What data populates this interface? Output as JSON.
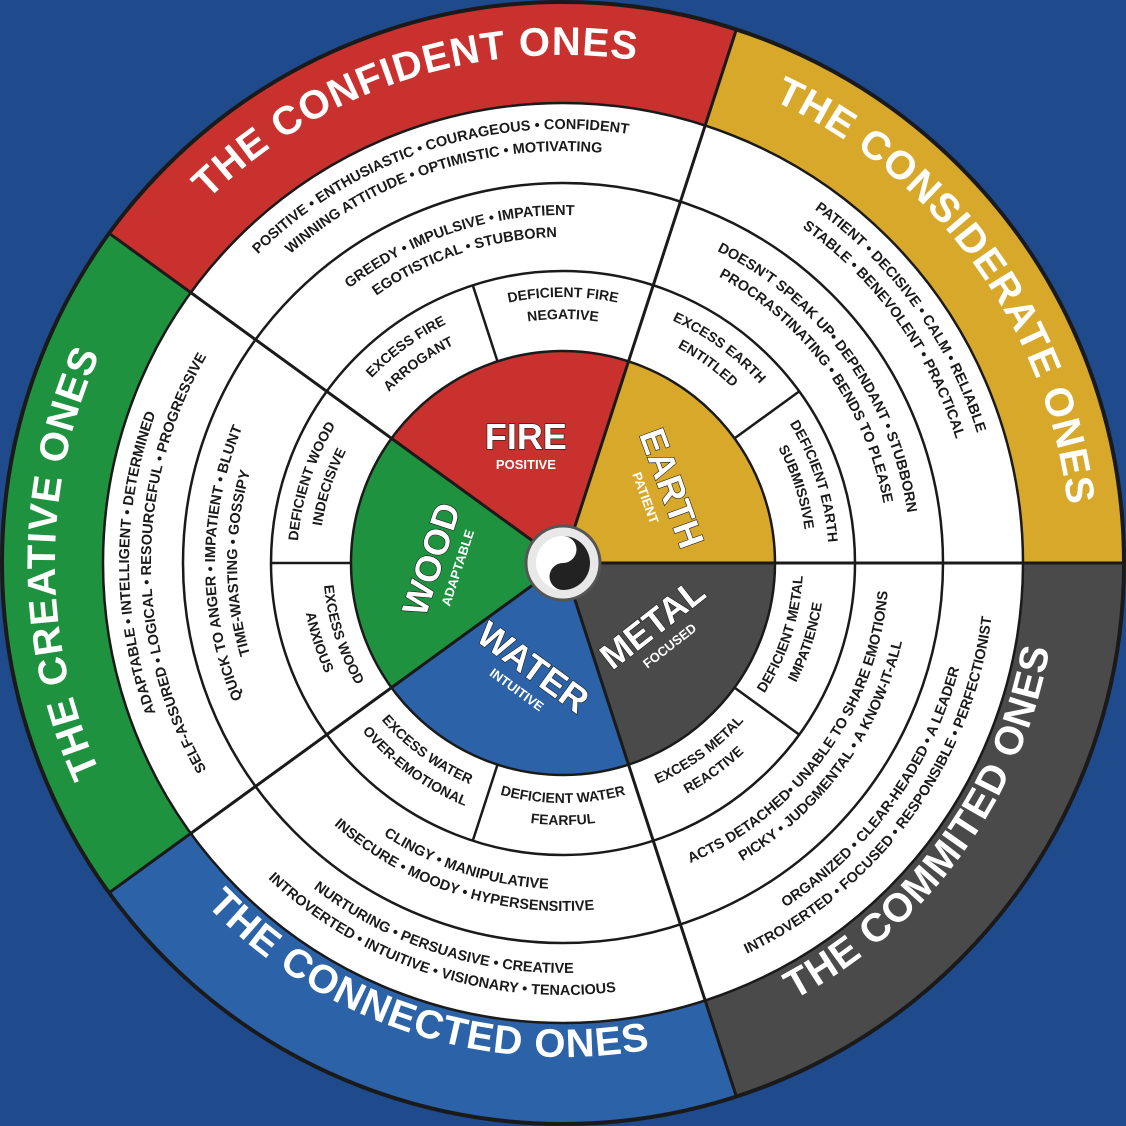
{
  "colors": {
    "background": "#1f4a8c",
    "fire": "#c8312d",
    "earth": "#d8a82a",
    "metal": "#4a4a4a",
    "water": "#2c62a8",
    "wood": "#1f9240",
    "ring": "#ffffff",
    "line": "#1a1a1a"
  },
  "outer_titles": [
    {
      "key": "fire",
      "text": "THE CONFIDENT ONES"
    },
    {
      "key": "earth",
      "text": "THE CONSIDERATE ONES"
    },
    {
      "key": "metal",
      "text": "THE COMMITED ONES"
    },
    {
      "key": "water",
      "text": "THE CONNECTED ONES"
    },
    {
      "key": "wood",
      "text": "THE CREATIVE ONES"
    }
  ],
  "positive_traits": [
    {
      "key": "fire",
      "line1": "POSITIVE • ENTHUSIASTIC • COURAGEOUS • CONFIDENT",
      "line2": "WINNING ATTITUDE • OPTIMISTIC • MOTIVATING"
    },
    {
      "key": "earth",
      "line1": "PATIENT • DECISIVE • CALM • RELIABLE",
      "line2": "STABLE • BENEVOLENT • PRACTICAL"
    },
    {
      "key": "metal",
      "line1": "ORGANIZED • CLEAR-HEADED • A LEADER",
      "line2": "INTROVERTED • FOCUSED • RESPONSIBLE • PERFECTIONIST"
    },
    {
      "key": "water",
      "line1": "NURTURING • PERSUASIVE • CREATIVE",
      "line2": "INTROVERTED • INTUITIVE • VISIONARY • TENACIOUS"
    },
    {
      "key": "wood",
      "line1": "ADAPTABLE • INTELLIGENT • DETERMINED",
      "line2": "SELF-ASSURED • LOGICAL • RESOURCEFUL • PROGRESSIVE"
    }
  ],
  "negative_traits": [
    {
      "key": "fire",
      "line1": "GREEDY • IMPULSIVE • IMPATIENT",
      "line2": "EGOTISTICAL • STUBBORN"
    },
    {
      "key": "earth",
      "line1": "DOESN'T SPEAK UP• DEPENDANT • STUBBORN",
      "line2": "PROCRASTINATING • BENDS TO PLEASE"
    },
    {
      "key": "metal",
      "line1": "ACTS DETACHED• UNABLE TO SHARE EMOTIONS",
      "line2": "PICKY • JUDGMENTAL • A KNOW-IT-ALL"
    },
    {
      "key": "water",
      "line1": "CLINGY • MANIPULATIVE",
      "line2": "INSECURE • MOODY • HYPERSENSITIVE"
    },
    {
      "key": "wood",
      "line1": "QUICK TO ANGER • IMPATIENT • BLUNT",
      "line2": "TIME-WASTING • GOSSIPY"
    }
  ],
  "imbalances": [
    {
      "key": "fire-excess",
      "line1": "EXCESS FIRE",
      "line2": "ARROGANT"
    },
    {
      "key": "fire-deficient",
      "line1": "DEFICIENT FIRE",
      "line2": "NEGATIVE"
    },
    {
      "key": "earth-excess",
      "line1": "EXCESS EARTH",
      "line2": "ENTITLED"
    },
    {
      "key": "earth-deficient",
      "line1": "DEFICIENT EARTH",
      "line2": "SUBMISSIVE"
    },
    {
      "key": "metal-deficient",
      "line1": "DEFICIENT METAL",
      "line2": "IMPATIENCE"
    },
    {
      "key": "metal-excess",
      "line1": "EXCESS METAL",
      "line2": "REACTIVE"
    },
    {
      "key": "water-deficient",
      "line1": "DEFICIENT WATER",
      "line2": "FEARFUL"
    },
    {
      "key": "water-excess",
      "line1": "EXCESS WATER",
      "line2": "OVER-EMOTIONAL"
    },
    {
      "key": "wood-excess",
      "line1": "EXCESS WOOD",
      "line2": "ANXIOUS"
    },
    {
      "key": "wood-deficient",
      "line1": "DEFICIENT WOOD",
      "line2": "INDECISIVE"
    }
  ],
  "elements": [
    {
      "key": "fire",
      "name": "FIRE",
      "quality": "POSITIVE"
    },
    {
      "key": "earth",
      "name": "EARTH",
      "quality": "PATIENT"
    },
    {
      "key": "metal",
      "name": "METAL",
      "quality": "FOCUSED"
    },
    {
      "key": "water",
      "name": "WATER",
      "quality": "INTUITIVE"
    },
    {
      "key": "wood",
      "name": "WOOD",
      "quality": "ADAPTABLE"
    }
  ],
  "center_icon": "yin-yang-icon"
}
